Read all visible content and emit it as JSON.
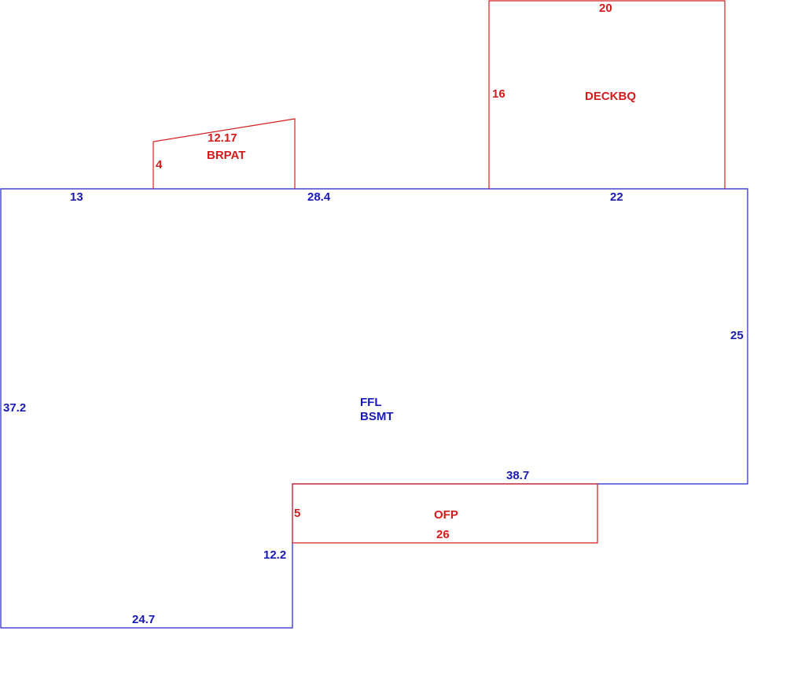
{
  "colors": {
    "main_outline": "#2020d0",
    "addition_outline": "#d42020",
    "main_text": "#1a1ab4",
    "addition_text": "#d41a1a",
    "background": "#ffffff"
  },
  "main_area": {
    "labels": [
      "FFL",
      "BSMT"
    ],
    "dimensions": {
      "top_left": "13",
      "top_middle": "28.4",
      "top_right": "22",
      "right": "25",
      "left": "37.2",
      "step_top": "38.7",
      "step_side": "12.2",
      "bottom": "24.7"
    }
  },
  "additions": {
    "brpat": {
      "label": "BRPAT",
      "top": "12.17",
      "side": "4"
    },
    "deckbq": {
      "label": "DECKBQ",
      "top": "20",
      "side": "16"
    },
    "ofp": {
      "label": "OFP",
      "bottom": "26",
      "side": "5"
    }
  }
}
